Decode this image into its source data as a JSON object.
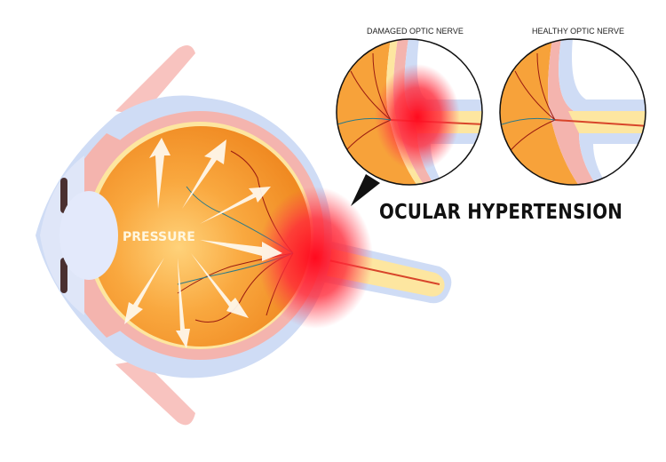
{
  "labels": {
    "damaged": "DAMAGED OPTIC NERVE",
    "healthy": "HEALTHY OPTIC NERVE",
    "title": "OCULAR HYPERTENSION",
    "pressure": "PRESSURE"
  },
  "colors": {
    "sclera": "#cfdcf5",
    "choroid": "#f4b4ae",
    "vitreous": "#f7a23a",
    "nerve": "#fde6a0",
    "inflammation": "#ff1a2a"
  }
}
